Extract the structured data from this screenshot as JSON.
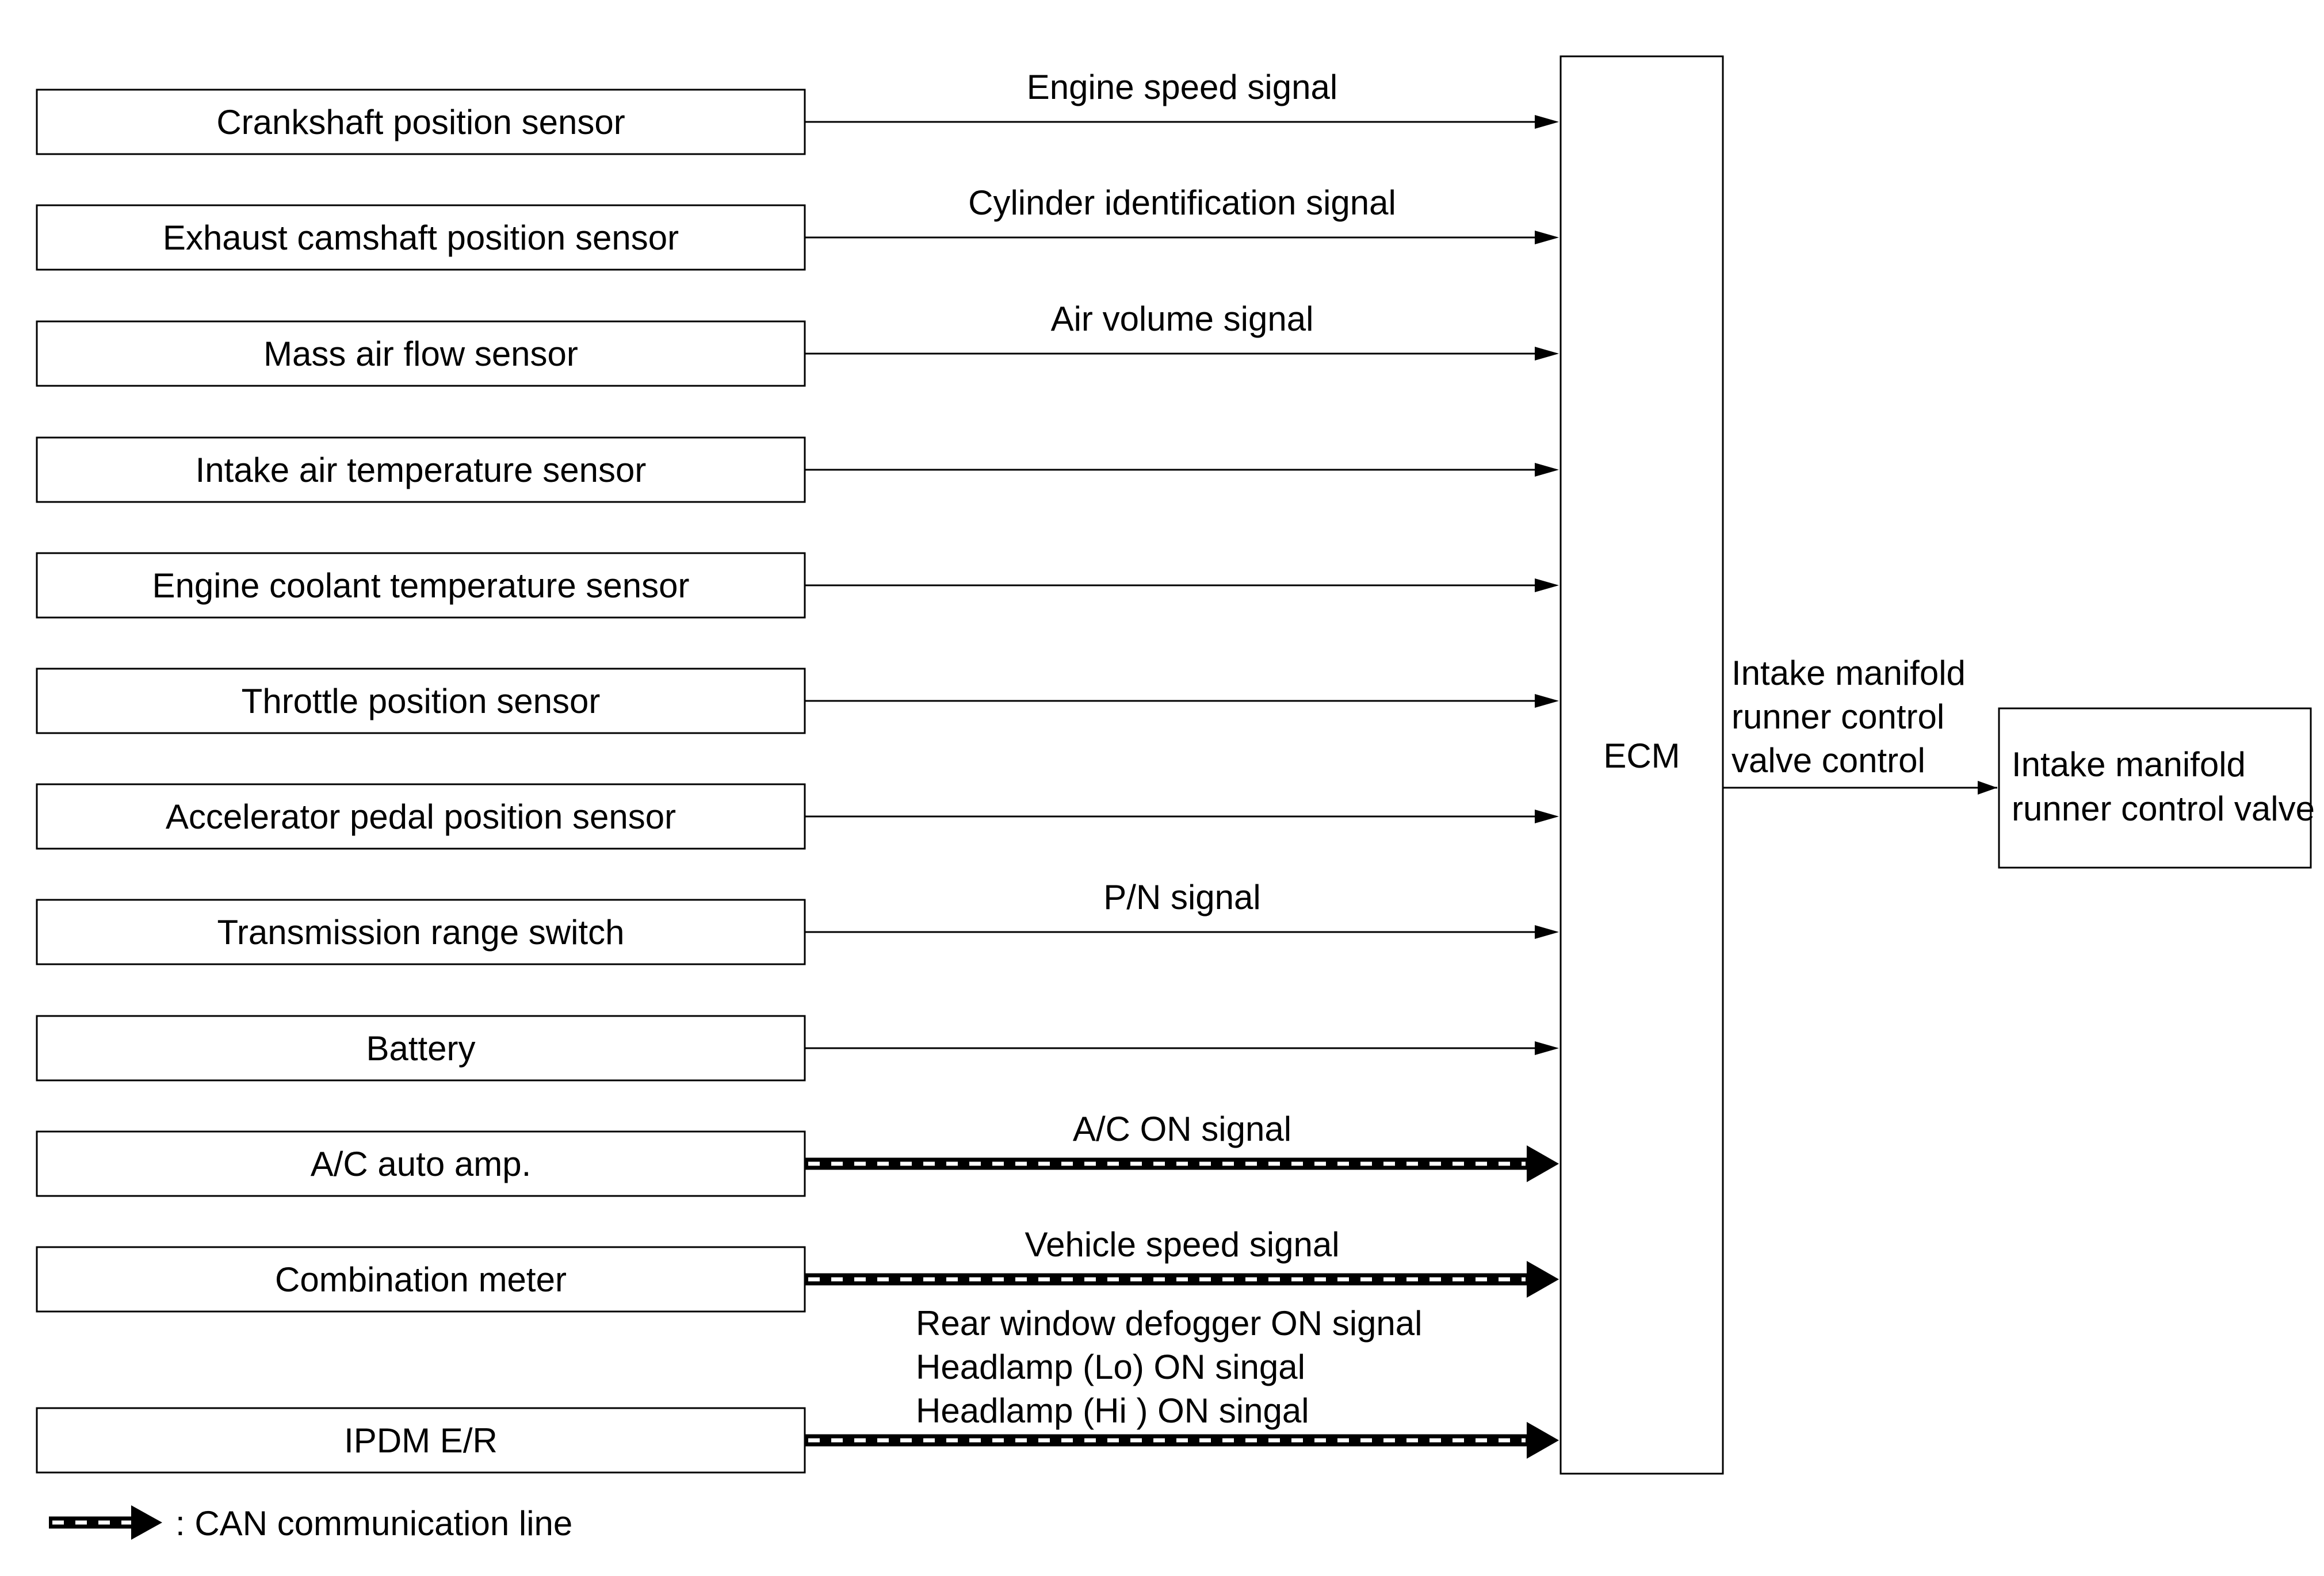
{
  "ecm": {
    "label": "ECM"
  },
  "inputs": [
    {
      "label": "Crankshaft position sensor",
      "signal": "Engine speed signal",
      "can": false
    },
    {
      "label": "Exhaust camshaft position sensor",
      "signal": "Cylinder identification signal",
      "can": false
    },
    {
      "label": "Mass air flow sensor",
      "signal": "Air volume signal",
      "can": false
    },
    {
      "label": "Intake air temperature sensor",
      "signal": "",
      "can": false
    },
    {
      "label": "Engine coolant temperature sensor",
      "signal": "",
      "can": false
    },
    {
      "label": "Throttle position sensor",
      "signal": "",
      "can": false
    },
    {
      "label": "Accelerator pedal position sensor",
      "signal": "",
      "can": false
    },
    {
      "label": "Transmission range switch",
      "signal": "P/N signal",
      "can": false
    },
    {
      "label": "Battery",
      "signal": "",
      "can": false
    },
    {
      "label": "A/C auto amp.",
      "signal": "A/C ON signal",
      "can": true
    },
    {
      "label": "Combination meter",
      "signal": "Vehicle speed signal",
      "can": true
    },
    {
      "label": "IPDM E/R",
      "signal_lines": [
        "Rear window defogger ON signal",
        "Headlamp (Lo) ON singal",
        "Headlamp (Hi ) ON singal"
      ],
      "can": true
    }
  ],
  "output": {
    "signal_lines": [
      "Intake manifold",
      "runner control",
      "valve control"
    ],
    "label_lines": [
      "Intake manifold",
      "runner control valve"
    ]
  },
  "legend": {
    "label": ": CAN communication line"
  },
  "colors": {
    "line": "#000000",
    "box_fill": "#ffffff",
    "can_dash": "#ffffff"
  }
}
